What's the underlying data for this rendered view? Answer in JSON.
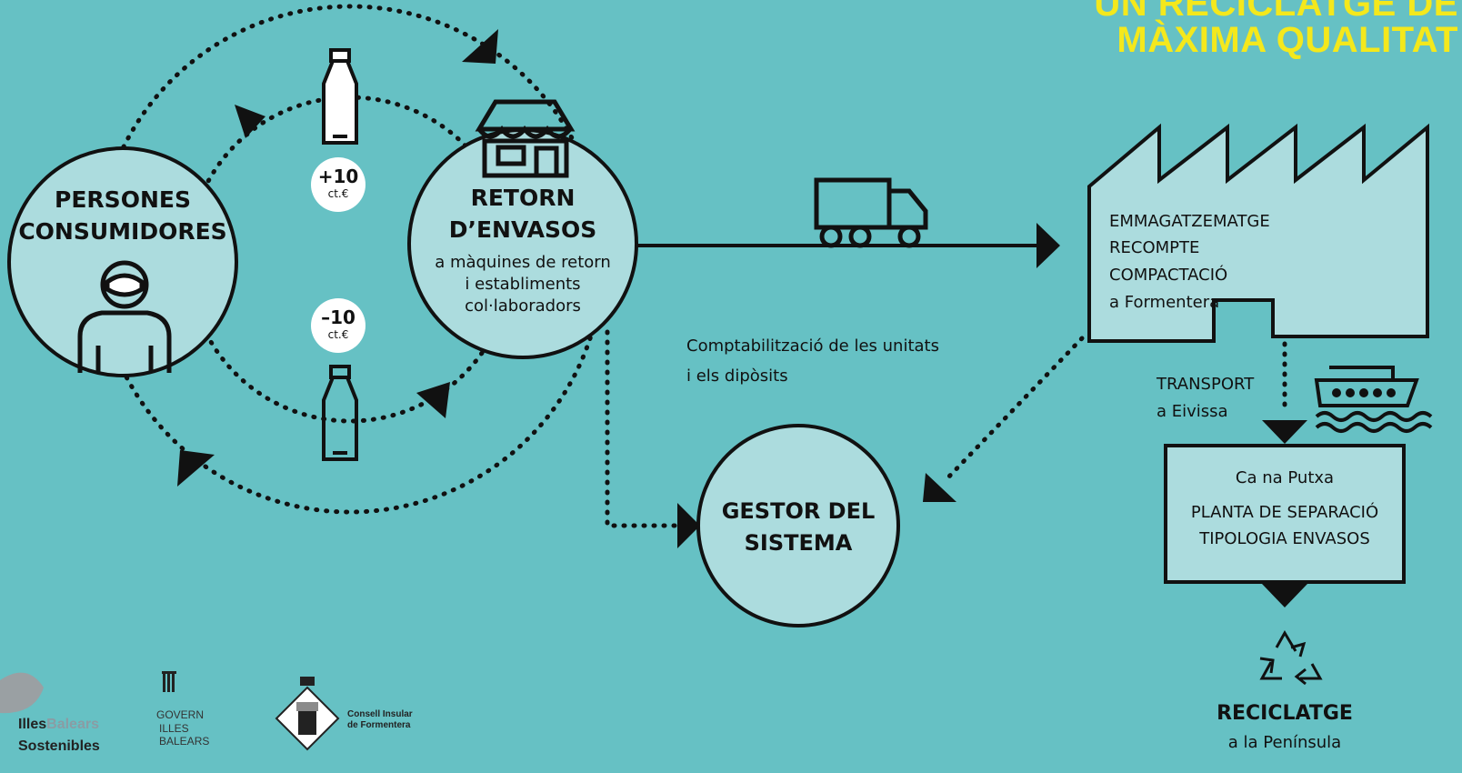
{
  "headline": {
    "line1": "UN RECICLATGE DE",
    "line2": "MÀXIMA QUALITAT"
  },
  "consumers": {
    "line1": "PERSONES",
    "line2": "CONSUMIDORES"
  },
  "return": {
    "line1": "RETORN",
    "line2": "D’ENVASOS",
    "sub1": "a màquines de retorn",
    "sub2": "i establiments",
    "sub3": "col·laboradors"
  },
  "deposit_plus": {
    "amount": "+10",
    "unit": "ct.€"
  },
  "deposit_minus": {
    "amount": "–10",
    "unit": "ct.€"
  },
  "accounting": {
    "line1": "Comptabilització de les unitats",
    "line2": "i els dipòsits"
  },
  "manager": {
    "line1": "GESTOR DEL",
    "line2": "SISTEMA"
  },
  "factory": {
    "line1": "EMMAGATZEMATGE",
    "line2": "RECOMPTE",
    "line3": "COMPACTACIÓ",
    "line4": "a Formentera"
  },
  "transport": {
    "line1": "TRANSPORT",
    "line2": "a Eivissa"
  },
  "plant": {
    "line1": "Ca na Putxa",
    "line2": "PLANTA DE SEPARACIÓ",
    "line3": "TIPOLOGIA ENVASOS"
  },
  "recycling": {
    "line1": "RECICLATGE",
    "line2": "a la Península"
  },
  "logos": {
    "illes_a": "Illes",
    "illes_b": "Balears",
    "illes_c": "Sostenibles",
    "govern1": "GOVERN",
    "govern2": "ILLES",
    "govern3": "BALEARS",
    "consell1": "Consell Insular",
    "consell2": "de Formentera"
  },
  "colors": {
    "background": "#66c1c4",
    "fill": "#acdcde",
    "headline": "#f4e81c",
    "ink": "#111111"
  }
}
